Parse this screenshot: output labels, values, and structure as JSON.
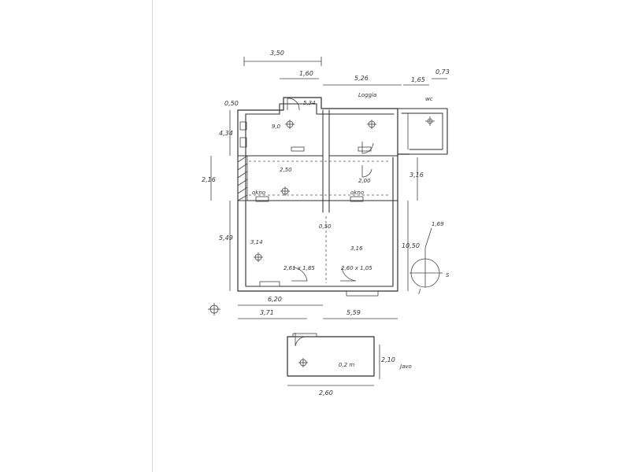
{
  "plan": {
    "dimensions": {
      "top_overall": "3,50",
      "top_mid": "1,60",
      "top_right": "5,26",
      "top_far_right_a": "1,65",
      "top_far_right_b": "0,73",
      "left_upper": "4,34",
      "left_wall": "0,50",
      "left_mid": "2,16",
      "left_lower": "5,49",
      "right_upper": "3,16",
      "right_lower": "10,50",
      "bottom_left": "6,20",
      "bottom_left_sub": "3,71",
      "bottom_right": "5,59",
      "annex_height": "2,10",
      "annex_width": "2,60"
    },
    "labels": {
      "logia": "Loggia",
      "wc": "wc",
      "kitchen_area": "9,0",
      "bath_area": "5,34",
      "room_mid_left": "2,50",
      "room_mid_right": "2,00",
      "sill_left": "okno",
      "sill_right": "okno",
      "room_large_left": "3,14",
      "room_large_right": "3,16",
      "door_left": "2,61 x 1,85",
      "door_right": "2,60 x 1,05",
      "center_gap": "0,50",
      "annex_label": "0,2 m",
      "signature": "Javo",
      "compass_value": "1,69"
    },
    "legend": {
      "north": "S",
      "west": "J"
    }
  }
}
